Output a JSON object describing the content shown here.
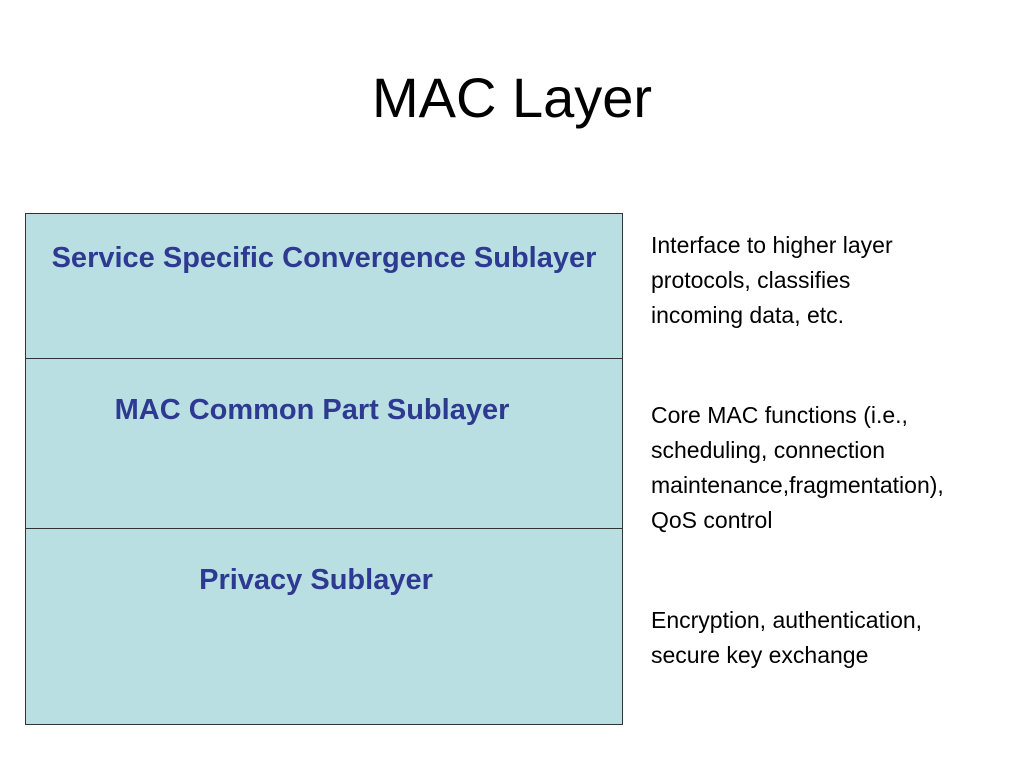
{
  "slide": {
    "title": "MAC Layer"
  },
  "layers": [
    {
      "label": "Service Specific Convergence Sublayer",
      "description": "Interface to higher layer\nprotocols,  classifies\nincoming data, etc."
    },
    {
      "label": "MAC Common Part Sublayer",
      "description": "Core MAC functions (i.e.,\nscheduling, connection\nmaintenance,fragmentation),\nQoS control"
    },
    {
      "label": "Privacy Sublayer",
      "description": "Encryption, authentication,\nsecure key exchange"
    }
  ],
  "colors": {
    "layer_fill": "#b9dfe3",
    "layer_border": "#333333",
    "label_text": "#2e3a92",
    "body_text": "#000000"
  }
}
